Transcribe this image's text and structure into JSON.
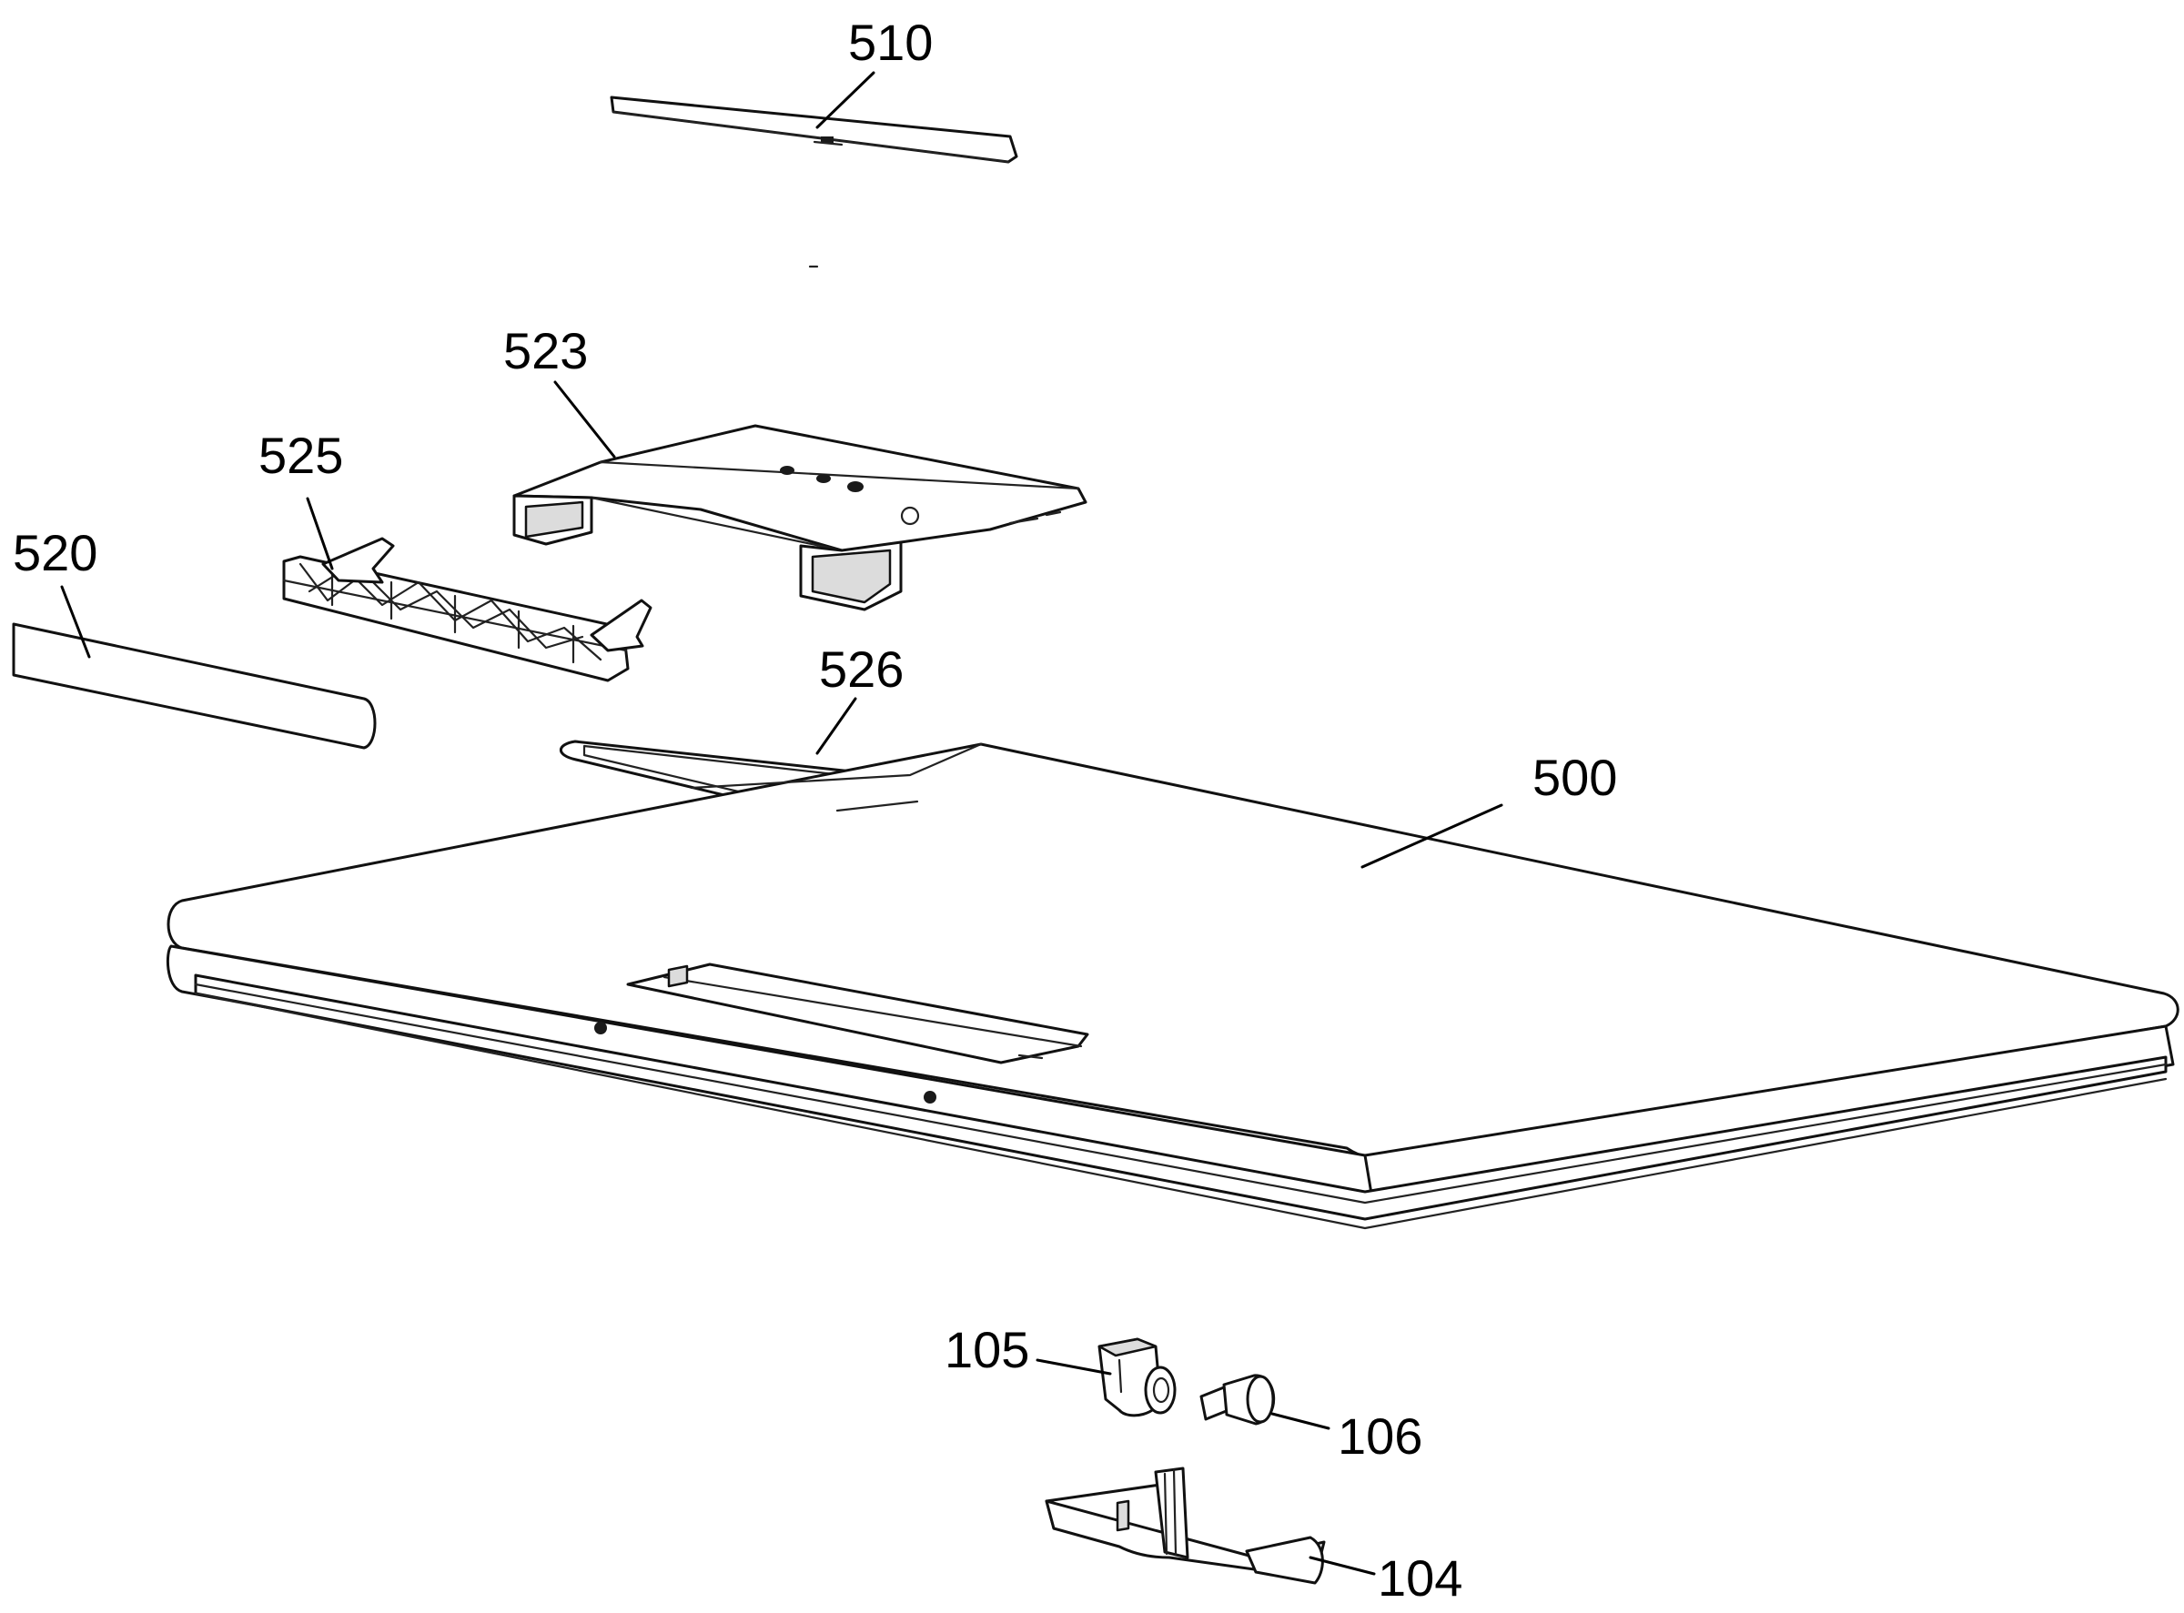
{
  "figure": {
    "labels": {
      "l510": "510",
      "l523": "523",
      "l525": "525",
      "l520": "520",
      "l526": "526",
      "l500": "500",
      "l105": "105",
      "l106": "106",
      "l104": "104"
    }
  }
}
